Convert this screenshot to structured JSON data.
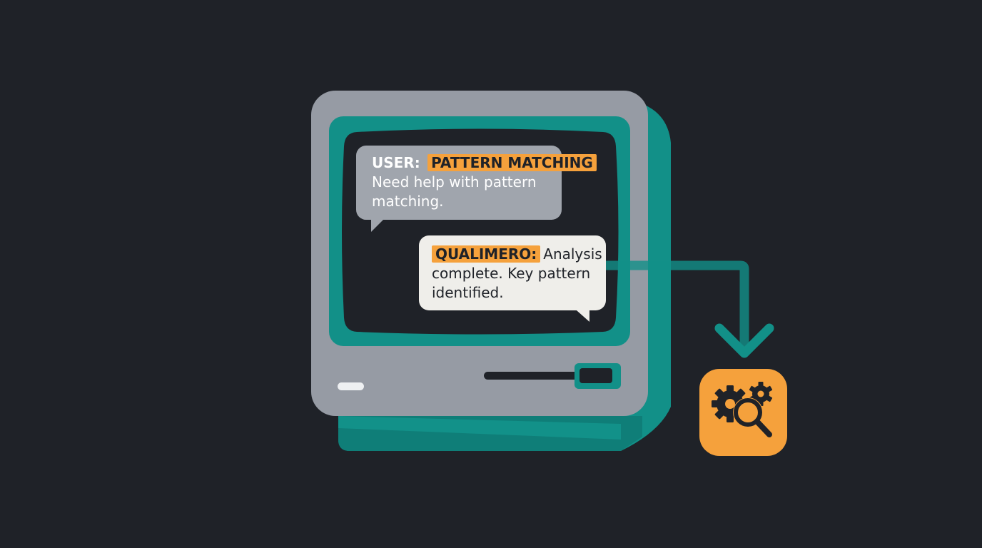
{
  "colors": {
    "background": "#1f2228",
    "teal": "#129088",
    "teal_dark": "#0d6f6a",
    "frame_gray": "#969ba4",
    "screen_dark": "#1f2228",
    "accent_orange": "#f5a13c",
    "user_bubble": "#a0a5ad",
    "assistant_bubble": "#efeeea"
  },
  "conversation": {
    "user": {
      "speaker": "USER:",
      "tag": "PATTERN MATCHING",
      "message_line1": "Need help with pattern",
      "message_line2": "matching."
    },
    "assistant": {
      "tag": "QUALIMERO:",
      "message_line1": "Analysis",
      "message_line2": "complete. Key pattern",
      "message_line3": "identified."
    }
  },
  "icons": {
    "computer": "retro-computer-icon",
    "arrow": "flow-arrow-icon",
    "analysis": "gears-magnifier-icon"
  }
}
